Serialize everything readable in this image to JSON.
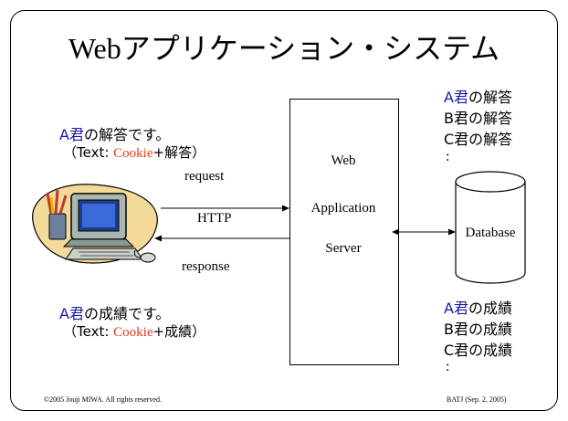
{
  "title": "Webアプリケーション・システム",
  "client_request": {
    "name": "A君",
    "text": "の解答です。",
    "paren_open": "（Text: ",
    "cookie": "Cookie",
    "plus_label": "+解答）"
  },
  "client_response": {
    "name": "A君",
    "text": "の成績です。",
    "paren_open": "（Text: ",
    "cookie": "Cookie",
    "plus_label": "+成績）"
  },
  "arrows": {
    "request": "request",
    "http": "HTTP",
    "response": "response"
  },
  "server": {
    "line1": "Web",
    "line2": "Application",
    "line3": "Server"
  },
  "database": {
    "label": "Database"
  },
  "answers_list": {
    "a_name": "A君",
    "a_text": "の解答",
    "b": "B君の解答",
    "c": "C君の解答",
    "ellipsis": ":"
  },
  "grades_list": {
    "a_name": "A君",
    "a_text": "の成績",
    "b": "B君の成績",
    "c": "C君の成績",
    "ellipsis": ":"
  },
  "footer": {
    "left": "©2005 Jouji MIWA. All rights reserved.",
    "right": "BATJ (Sep. 2, 2005)"
  },
  "colors": {
    "name_blue": "#1a1aa6",
    "cookie_red": "#e03c1e"
  }
}
